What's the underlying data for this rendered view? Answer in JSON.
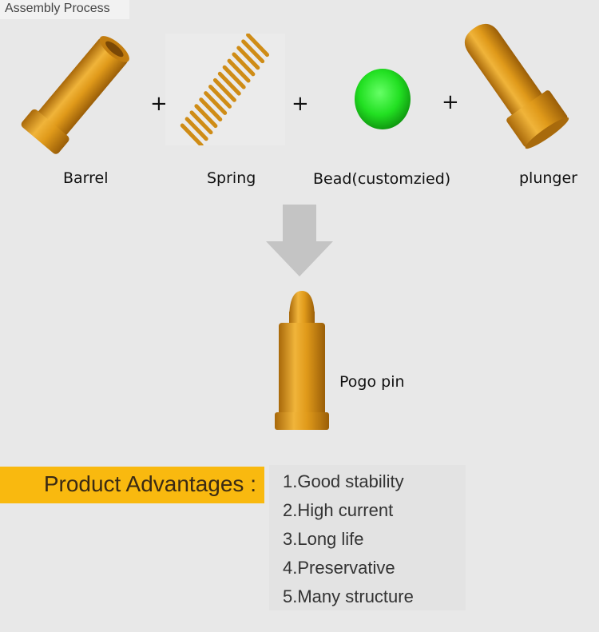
{
  "header": {
    "title": "Assembly Process"
  },
  "parts": [
    {
      "label": "Barrel",
      "icon": "barrel-icon"
    },
    {
      "label": "Spring",
      "icon": "spring-icon"
    },
    {
      "label": "Bead(customzied)",
      "icon": "bead-icon"
    },
    {
      "label": "plunger",
      "icon": "plunger-icon"
    }
  ],
  "operators": {
    "plus": "+"
  },
  "result": {
    "label": "Pogo pin",
    "icon": "pogo-pin-icon"
  },
  "advantages": {
    "title": "Product Advantages :",
    "items": [
      "1.Good stability",
      "2.High current",
      "3.Long life",
      "4.Preservative",
      "5.Many structure"
    ]
  },
  "colors": {
    "background": "#e8e8e8",
    "gold": "#e6a21c",
    "bead_green": "#2ee82e",
    "banner": "#f9b90f",
    "arrow": "#c4c4c4"
  }
}
